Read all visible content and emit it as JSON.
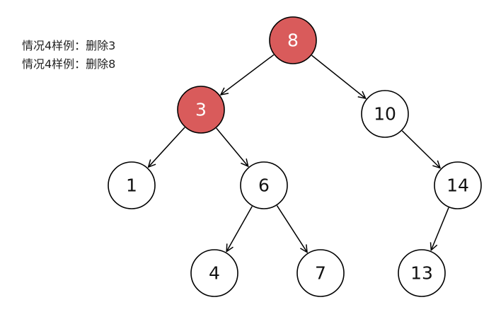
{
  "captions": [
    "情况4样例：删除3",
    "情况4样例：删除8"
  ],
  "colors": {
    "highlight_fill": "#d95b5b",
    "normal_fill": "#ffffff",
    "highlight_text": "#ffffff",
    "normal_text": "#111111"
  },
  "nodes": [
    {
      "id": "n8",
      "label": "8",
      "highlight": true
    },
    {
      "id": "n3",
      "label": "3",
      "highlight": true
    },
    {
      "id": "n10",
      "label": "10",
      "highlight": false
    },
    {
      "id": "n1",
      "label": "1",
      "highlight": false
    },
    {
      "id": "n6",
      "label": "6",
      "highlight": false
    },
    {
      "id": "n14",
      "label": "14",
      "highlight": false
    },
    {
      "id": "n4",
      "label": "4",
      "highlight": false
    },
    {
      "id": "n7",
      "label": "7",
      "highlight": false
    },
    {
      "id": "n13",
      "label": "13",
      "highlight": false
    }
  ],
  "edges": [
    {
      "from": "n8",
      "to": "n3"
    },
    {
      "from": "n8",
      "to": "n10"
    },
    {
      "from": "n3",
      "to": "n1"
    },
    {
      "from": "n3",
      "to": "n6"
    },
    {
      "from": "n10",
      "to": "n14"
    },
    {
      "from": "n6",
      "to": "n4"
    },
    {
      "from": "n6",
      "to": "n7"
    },
    {
      "from": "n14",
      "to": "n13"
    }
  ]
}
